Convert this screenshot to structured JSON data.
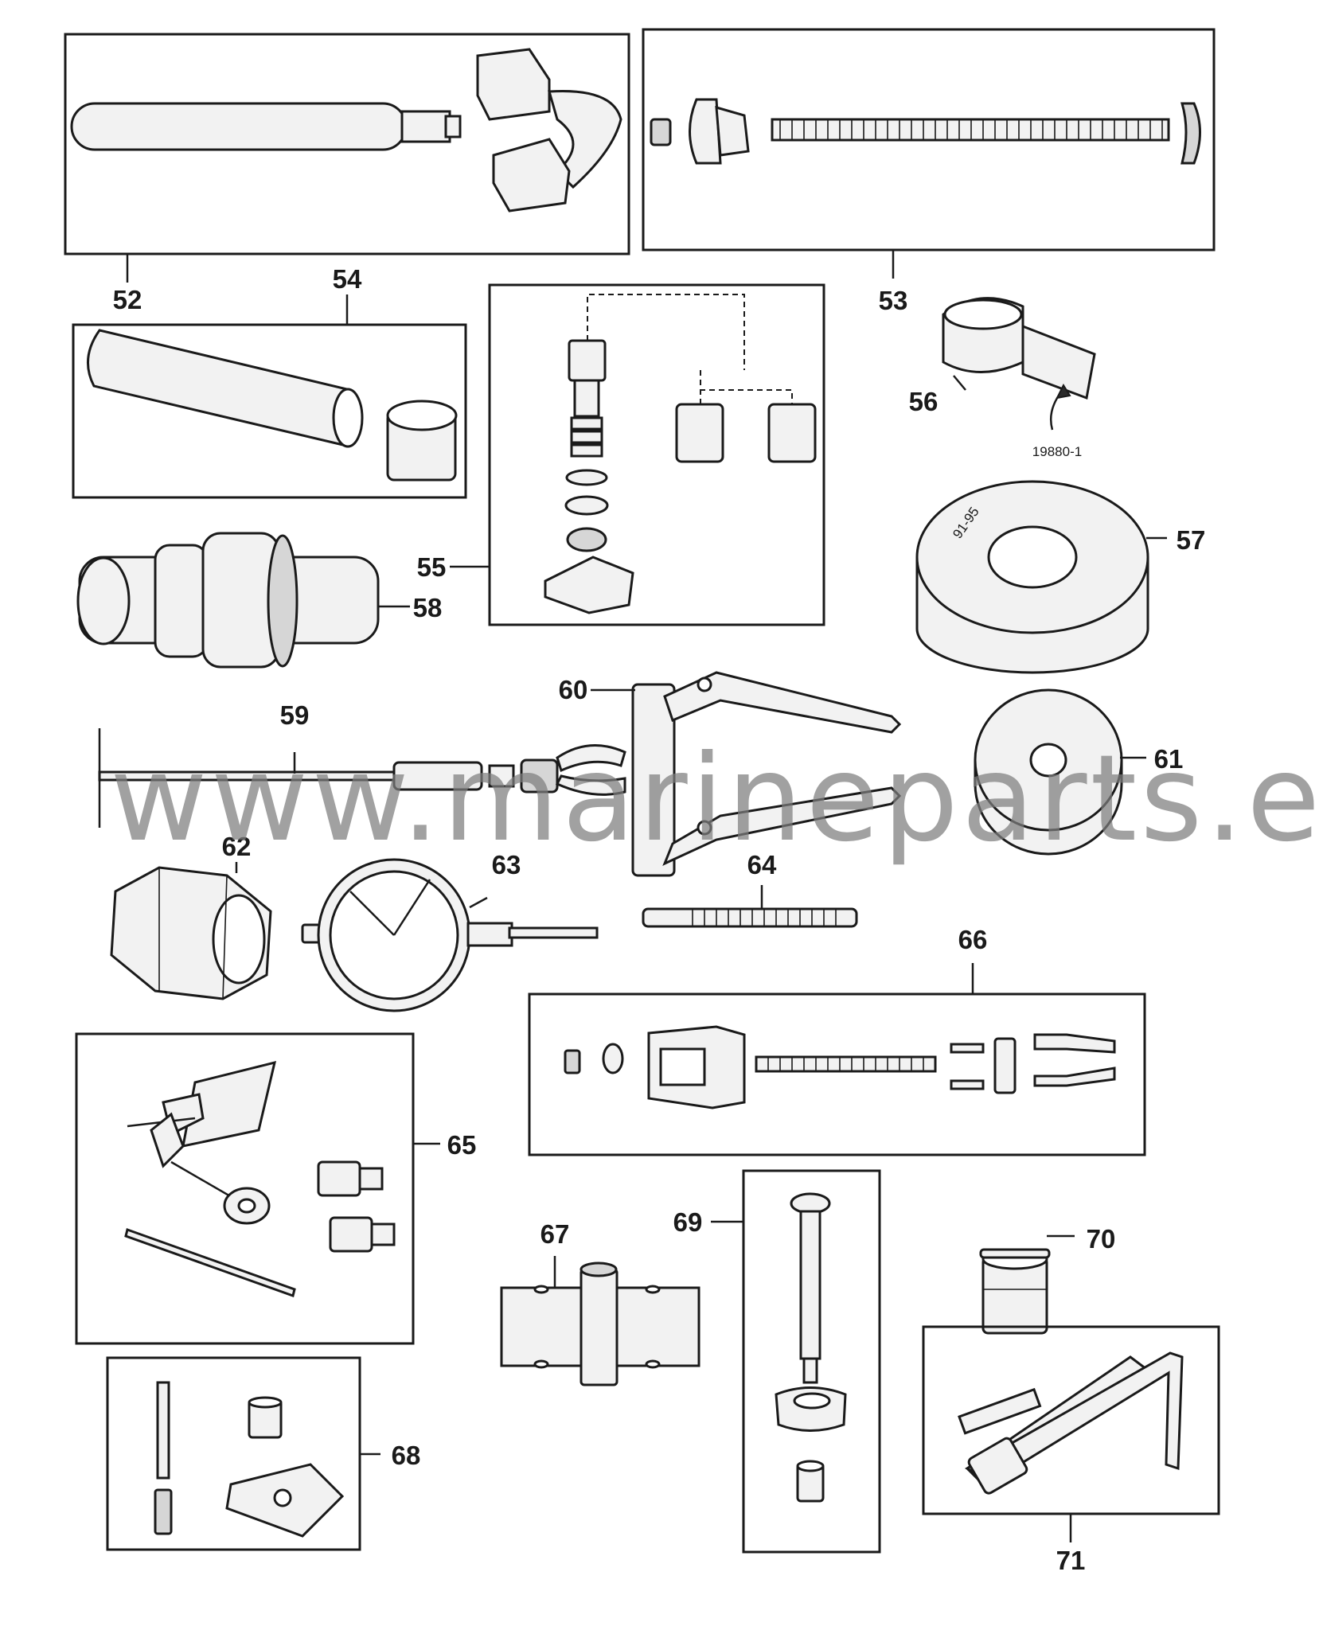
{
  "labels": {
    "p52": "52",
    "p53": "53",
    "p54": "54",
    "p55": "55",
    "p56": "56",
    "p57": "57",
    "p58": "58",
    "p59": "59",
    "p60": "60",
    "p61": "61",
    "p62": "62",
    "p63": "63",
    "p64": "64",
    "p65": "65",
    "p66": "66",
    "p67": "67",
    "p68": "68",
    "p69": "69",
    "p70": "70",
    "p71": "71"
  },
  "figure_ref": "19880-1",
  "plate_text": "91-95",
  "watermark": "www.marineparts.eu"
}
